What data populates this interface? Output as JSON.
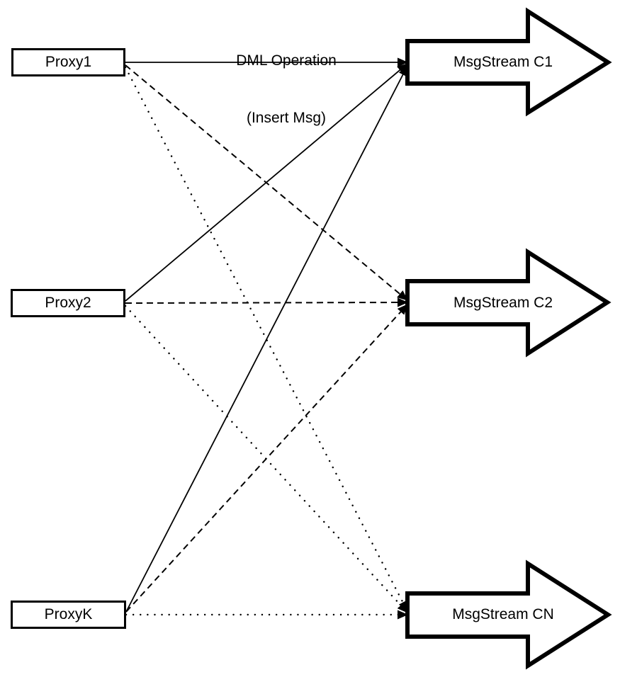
{
  "title": {
    "line1": "DML Operation",
    "line2": "(Insert Msg)"
  },
  "proxies": [
    {
      "id": "proxy1",
      "label": "Proxy1"
    },
    {
      "id": "proxy2",
      "label": "Proxy2"
    },
    {
      "id": "proxyK",
      "label": "ProxyK"
    }
  ],
  "streams": [
    {
      "id": "c1",
      "label": "MsgStream C1"
    },
    {
      "id": "c2",
      "label": "MsgStream C2"
    },
    {
      "id": "cn",
      "label": "MsgStream CN"
    }
  ],
  "connections": [
    {
      "from": "Proxy1",
      "to": "MsgStream C1",
      "line_style": "solid"
    },
    {
      "from": "Proxy2",
      "to": "MsgStream C1",
      "line_style": "solid"
    },
    {
      "from": "ProxyK",
      "to": "MsgStream C1",
      "line_style": "solid"
    },
    {
      "from": "Proxy1",
      "to": "MsgStream C2",
      "line_style": "dashed"
    },
    {
      "from": "Proxy2",
      "to": "MsgStream C2",
      "line_style": "dashed"
    },
    {
      "from": "ProxyK",
      "to": "MsgStream C2",
      "line_style": "dashed"
    },
    {
      "from": "Proxy1",
      "to": "MsgStream CN",
      "line_style": "dotted"
    },
    {
      "from": "Proxy2",
      "to": "MsgStream CN",
      "line_style": "dotted"
    },
    {
      "from": "ProxyK",
      "to": "MsgStream CN",
      "line_style": "dotted"
    }
  ],
  "colors": {
    "ink": "#000000",
    "background": "#ffffff"
  }
}
